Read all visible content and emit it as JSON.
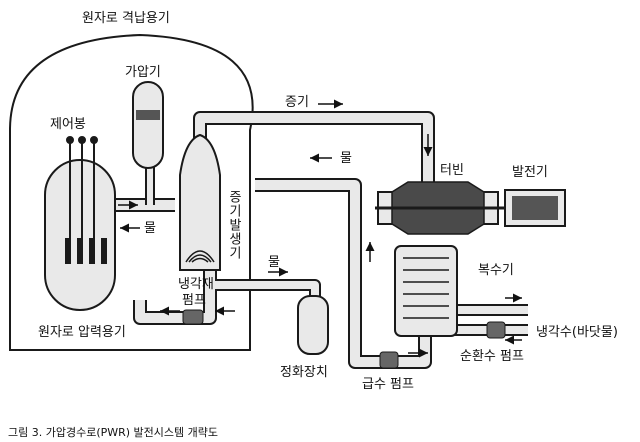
{
  "labels": {
    "containment": "원자로 격납용기",
    "pressurizer": "가압기",
    "control_rod": "제어봉",
    "steam_top": "증기",
    "water_top": "물",
    "water_left": "물",
    "steam_generator": "증기발생기",
    "water_purify_line": "물",
    "turbine": "터빈",
    "generator": "발전기",
    "condenser": "복수기",
    "coolant_pump": "냉각재\n펌프",
    "coolant_pump_line1": "냉각재",
    "coolant_pump_line2": "펌프",
    "reactor_vessel": "원자로 압력용기",
    "purifier": "정화장치",
    "feed_pump": "급수 펌프",
    "circulation_pump": "순환수 펌프",
    "cooling_water": "냉각수(바닷물)"
  },
  "caption": "그림 3. 가압경수로(PWR) 발전시스템 개략도",
  "colors": {
    "pipe_fill": "#e9e9e9",
    "line": "#1a1a1a",
    "turbine_dark": "#4a4a4a",
    "generator_dark": "#555555",
    "pump_dark": "#666666"
  }
}
